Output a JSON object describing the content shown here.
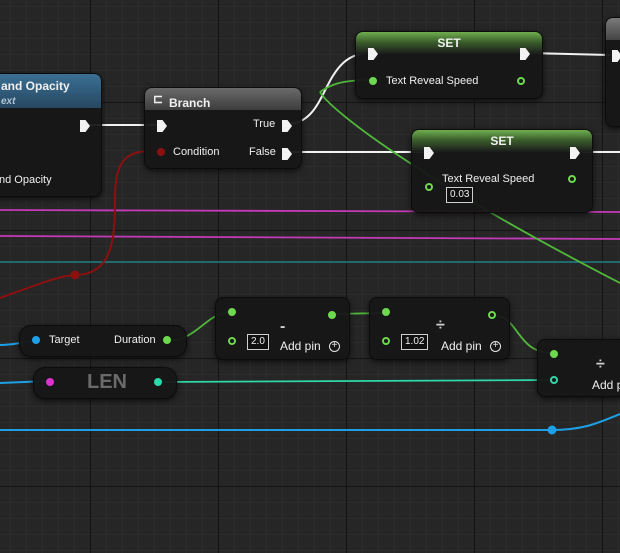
{
  "nodes": {
    "partial_node": {
      "title": "and Opacity",
      "subtitle": "ext",
      "pin_label": "nd Opacity"
    },
    "branch": {
      "title": "Branch",
      "condition": "Condition",
      "true_label": "True",
      "false_label": "False"
    },
    "set_top": {
      "title": "SET",
      "var": "Text Reveal Speed"
    },
    "set_bottom": {
      "title": "SET",
      "var": "Text Reveal Speed",
      "value": "0.03"
    },
    "getter": {
      "target": "Target",
      "duration": "Duration"
    },
    "subtract": {
      "op": "-",
      "value": "2.0",
      "add_pin": "Add pin"
    },
    "divide1": {
      "op": "÷",
      "value": "1.02",
      "add_pin": "Add pin"
    },
    "divide2": {
      "op": "÷",
      "add_pin": "Add p"
    },
    "len": {
      "title": "LEN"
    }
  },
  "colors": {
    "exec": "#f2f2f2",
    "float": "#6ed84e",
    "bool": "#8c1010",
    "object": "#1ea0e6",
    "string": "#e030d0",
    "int": "#2ed8a8"
  }
}
